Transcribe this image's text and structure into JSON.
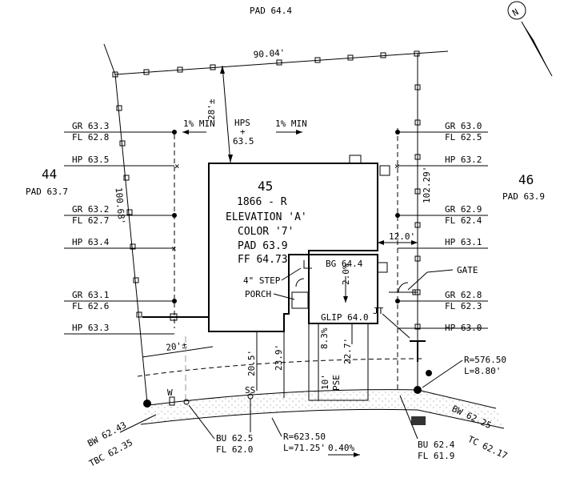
{
  "pads": {
    "top": "PAD 64.4",
    "left_lot": "44",
    "left_pad": "PAD 63.7",
    "right_lot": "46",
    "right_pad": "PAD 63.9"
  },
  "north": "N",
  "lot": {
    "number": "45",
    "plan": "1866 - R",
    "elevation": "ELEVATION 'A'",
    "color": "COLOR '7'",
    "pad": "PAD 63.9",
    "ff": "FF 64.73"
  },
  "dims": {
    "rear_width": "90.04'",
    "rear_setback": "28'±",
    "left_depth": "100.68'",
    "right_depth": "102.29'",
    "side_12": "12.0'",
    "side_20": "20'±",
    "front_20_5": "20.5'",
    "front_23_9": "23.9'",
    "walk_10": "10'"
  },
  "hps": {
    "label": "HPS",
    "plus": "+",
    "value": "63.5"
  },
  "slopes": {
    "left_min": "1% MIN",
    "right_min": "1% MIN",
    "yard": "2.0%",
    "drive": "8.3%",
    "street": "0.40%"
  },
  "left_grades": [
    {
      "gr": "GR 63.3",
      "fl": "FL 62.8"
    },
    {
      "hp": "HP 63.5"
    },
    {
      "gr": "GR 63.2",
      "fl": "FL 62.7"
    },
    {
      "hp": "HP 63.4"
    },
    {
      "gr": "GR 63.1",
      "fl": "FL 62.6"
    },
    {
      "hp": "HP 63.3"
    }
  ],
  "right_grades": [
    {
      "gr": "GR 63.0",
      "fl": "FL 62.5"
    },
    {
      "hp": "HP 63.2"
    },
    {
      "gr": "GR 62.9",
      "fl": "FL 62.4"
    },
    {
      "hp": "HP 63.1"
    },
    {
      "gr": "GR 62.8",
      "fl": "FL 62.3"
    },
    {
      "hp": "HP 63.0"
    }
  ],
  "features": {
    "bg": "BG 64.4",
    "step": "4\" STEP",
    "porch": "PORCH",
    "glip": "GLIP 64.0",
    "jt": "JT",
    "gate": "GATE",
    "pse": "PSE",
    "drive_len": "22.7'",
    "ss": "SS",
    "w": "W"
  },
  "curves": {
    "r1": "R=576.50",
    "l1": "L=8.80'",
    "r2": "R=623.50",
    "l2": "L=71.25'"
  },
  "street": {
    "bw_left": "BW 62.43",
    "tbc_left": "TBC 62.35",
    "bu_left": "BU 62.5",
    "fl_left": "FL 62.0",
    "bu_right": "BU 62.4",
    "fl_right": "FL 61.9",
    "bw_right": "BW 62.25",
    "tc_right": "TC 62.17"
  }
}
